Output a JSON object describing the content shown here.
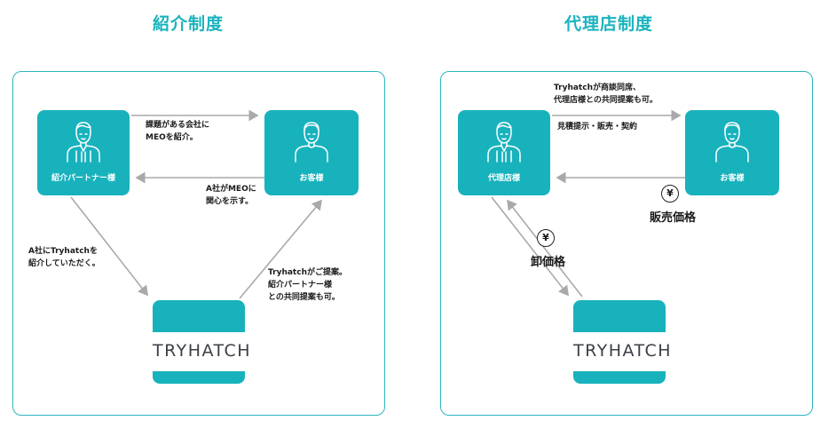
{
  "left": {
    "title": "紹介制度",
    "partner_label": "紹介パートナー様",
    "customer_label": "お客様",
    "logo_text": "TRYHATCH",
    "notes": {
      "top_1": "課題がある会社に",
      "top_2": "MEOを紹介。",
      "mid_1": "A社がMEOに",
      "mid_2": "関心を示す。",
      "left_1": "A社にTryhatchを",
      "left_2": "紹介していただく。",
      "right_1": "Tryhatchがご提案。",
      "right_2": "紹介パートナー様",
      "right_3": "との共同提案も可。"
    }
  },
  "right": {
    "title": "代理店制度",
    "agency_label": "代理店様",
    "customer_label": "お客様",
    "logo_text": "TRYHATCH",
    "notes": {
      "top_1": "Tryhatchが商談同席、",
      "top_2": "代理店様との共同提案も可。",
      "mid": "見積提示・販売・契約"
    },
    "yen_symbol": "¥",
    "sale_price": "販売価格",
    "wholesale_price": "卸価格"
  },
  "colors": {
    "accent": "#18b2bd",
    "arrow": "#a9a9a9"
  },
  "icons": [
    "person-icon",
    "yen-icon"
  ]
}
